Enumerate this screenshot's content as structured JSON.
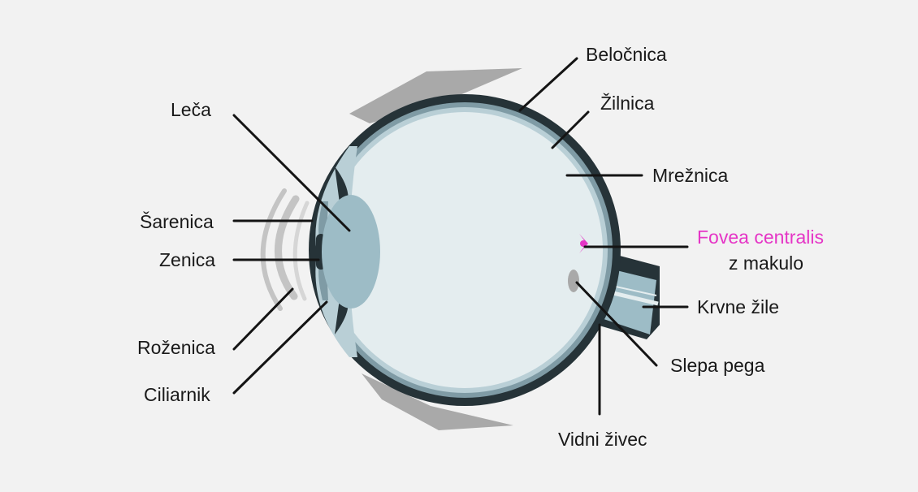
{
  "diagram": {
    "labels": {
      "belocnica": "Beločnica",
      "zilnica": "Žilnica",
      "leca": "Leča",
      "mreznica": "Mrežnica",
      "sarenica": "Šarenica",
      "fovea": "Fovea centralis",
      "makula": "z makulo",
      "zenica": "Zenica",
      "krvne_zile": "Krvne žile",
      "rozenica": "Roženica",
      "slepa_pega": "Slepa pega",
      "ciliarnik": "Ciliarnik",
      "vidni_zivec": "Vidni živec"
    },
    "colors": {
      "background": "#f2f2f2",
      "sclera": "#263338",
      "choroid": "#7f9ba5",
      "retina": "#b9cfd6",
      "vitreous": "#e4edef",
      "lens": "#9dbcc6",
      "cornea": "#c4c4c4",
      "muscle": "#a9a9a9",
      "fovea": "#e535c6",
      "leader": "#141414",
      "text": "#1a1a1a"
    }
  }
}
